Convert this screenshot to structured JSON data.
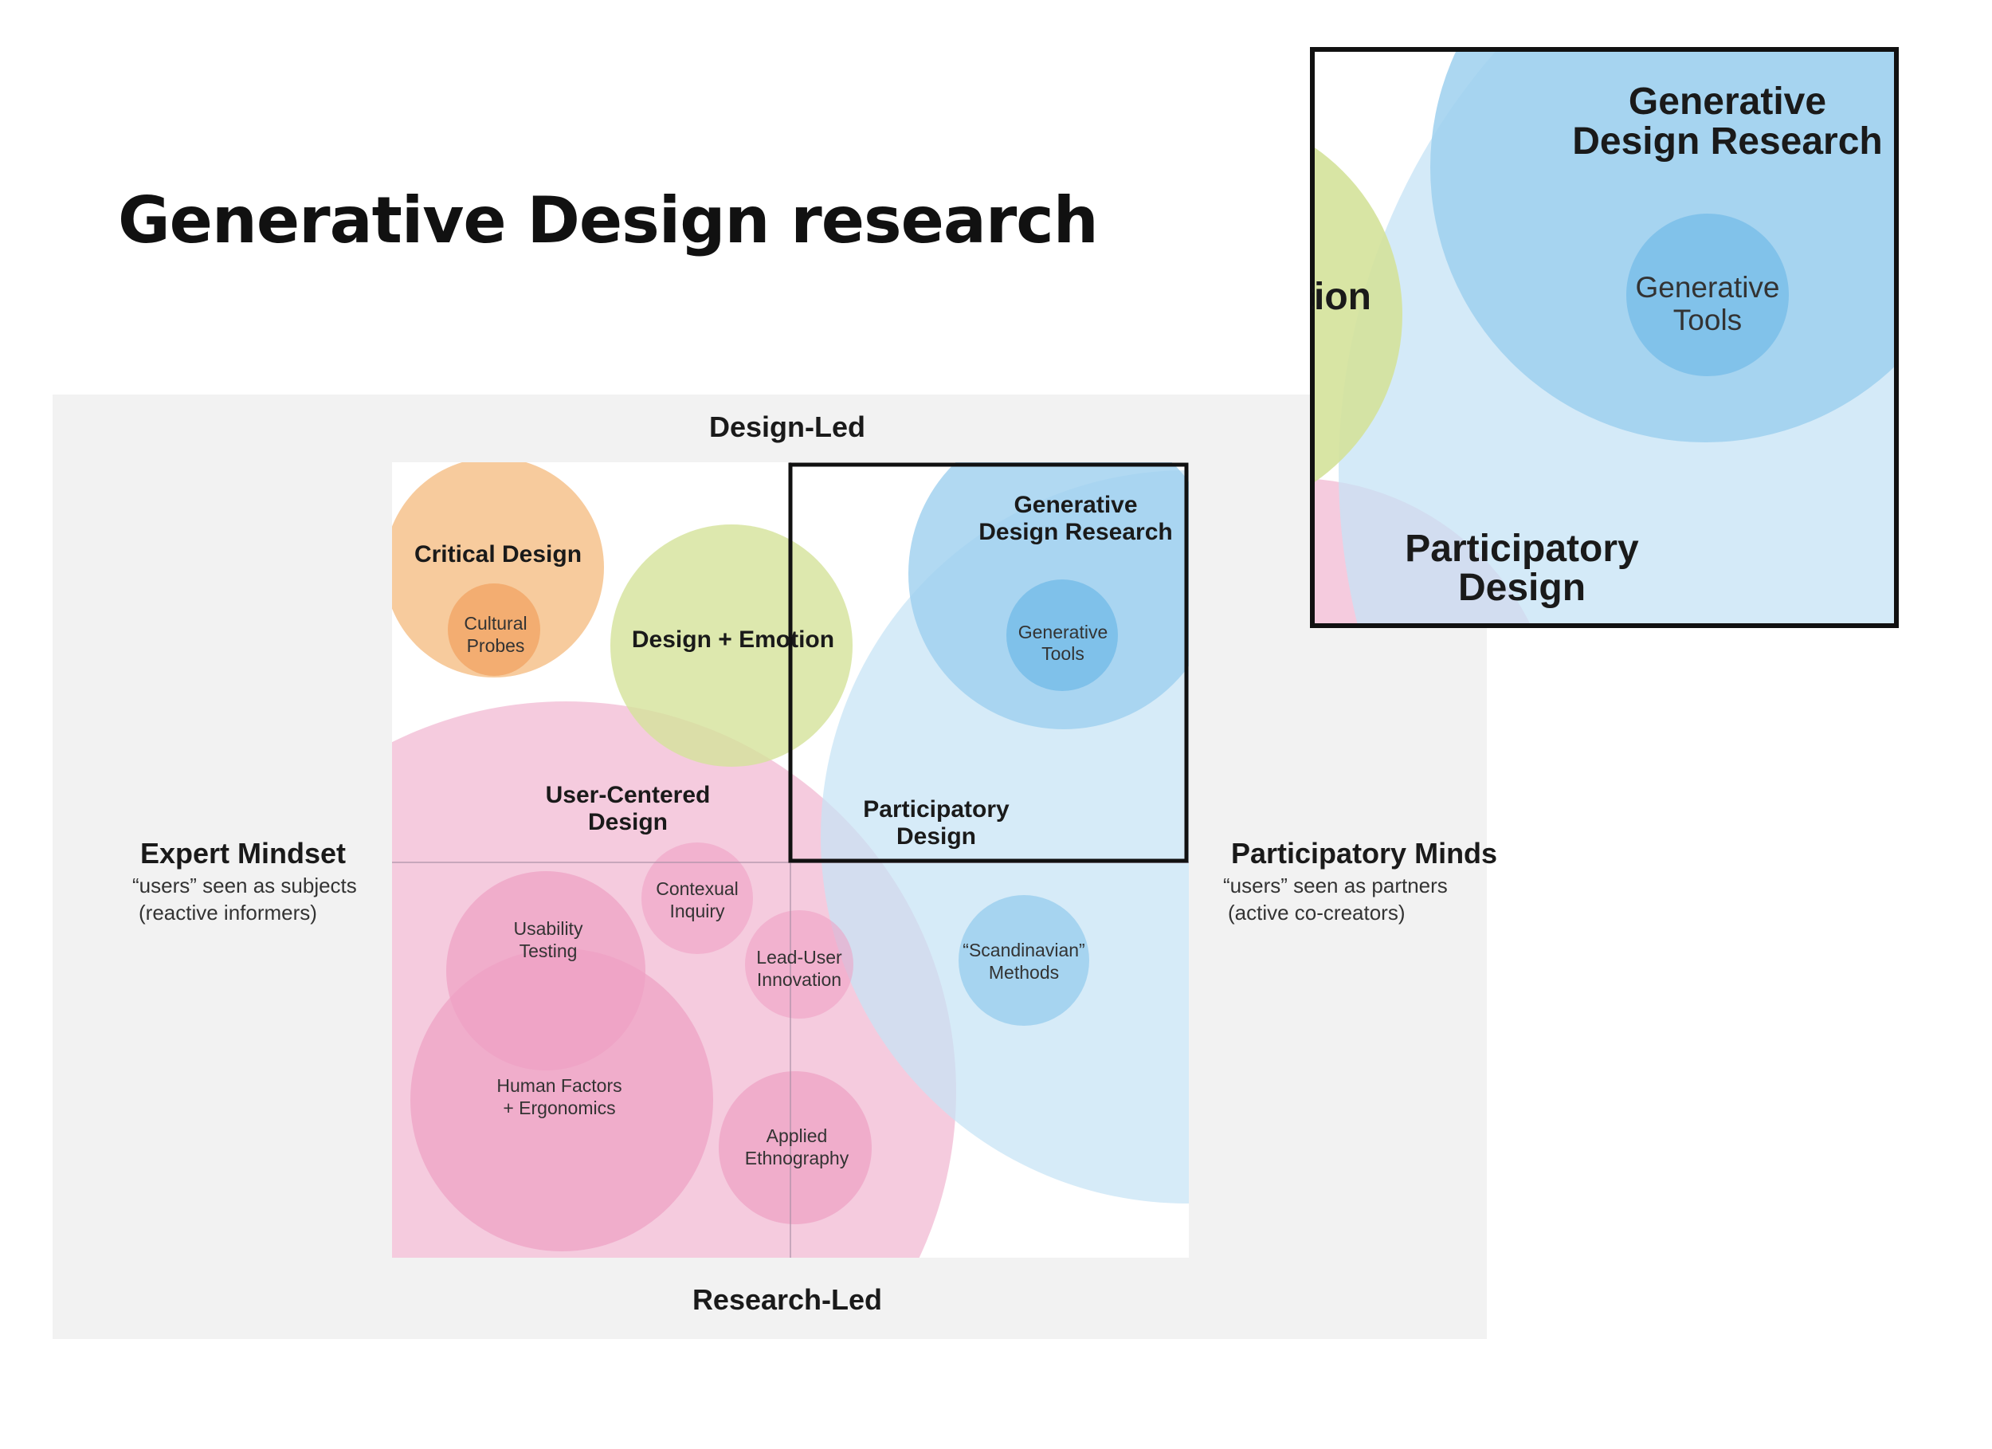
{
  "slide": {
    "title": "Generative Design research"
  },
  "map": {
    "axis_top": "Design-Led",
    "axis_bottom": "Research-Led",
    "left_heading": "Expert Mindset",
    "left_sub_1": "“users” seen as subjects",
    "left_sub_2": "(reactive informers)",
    "right_heading": "Participatory Minds",
    "right_sub_1": "“users” seen as partners",
    "right_sub_2": "(active co-creators)",
    "labels": {
      "critical_design": "Critical Design",
      "cultural_probes_1": "Cultural",
      "cultural_probes_2": "Probes",
      "design_emotion": "Design + Emotion",
      "gdr_1": "Generative",
      "gdr_2": "Design Research",
      "gen_tools_1": "Generative",
      "gen_tools_2": "Tools",
      "ucd_1": "User-Centered",
      "ucd_2": "Design",
      "pd_1": "Participatory",
      "pd_2": "Design",
      "contextual_1": "Contexual",
      "contextual_2": "Inquiry",
      "usability_1": "Usability",
      "usability_2": "Testing",
      "lead_user_1": "Lead-User",
      "lead_user_2": "Innovation",
      "scandinavian_1": "“Scandinavian”",
      "scandinavian_2": "Methods",
      "hf_1": "Human Factors",
      "hf_2": "+ Ergonomics",
      "applied_1": "Applied",
      "applied_2": "Ethnography"
    }
  },
  "zoom": {
    "partial_label": "tion",
    "gdr_1": "Generative",
    "gdr_2": "Design Research",
    "gen_tools_1": "Generative",
    "gen_tools_2": "Tools",
    "pd_1": "Participatory",
    "pd_2": "Design"
  },
  "colors": {
    "panel": "#f2f2f2",
    "orange": "#f6c592",
    "orange_dark": "#f2a86a",
    "green": "#d4e29a",
    "pink": "#f3c2d8",
    "pink_dark": "#ee9fc3",
    "light_blue": "#c6e3f5",
    "mid_blue": "#9ed0ef",
    "dark_blue": "#78bde9"
  }
}
